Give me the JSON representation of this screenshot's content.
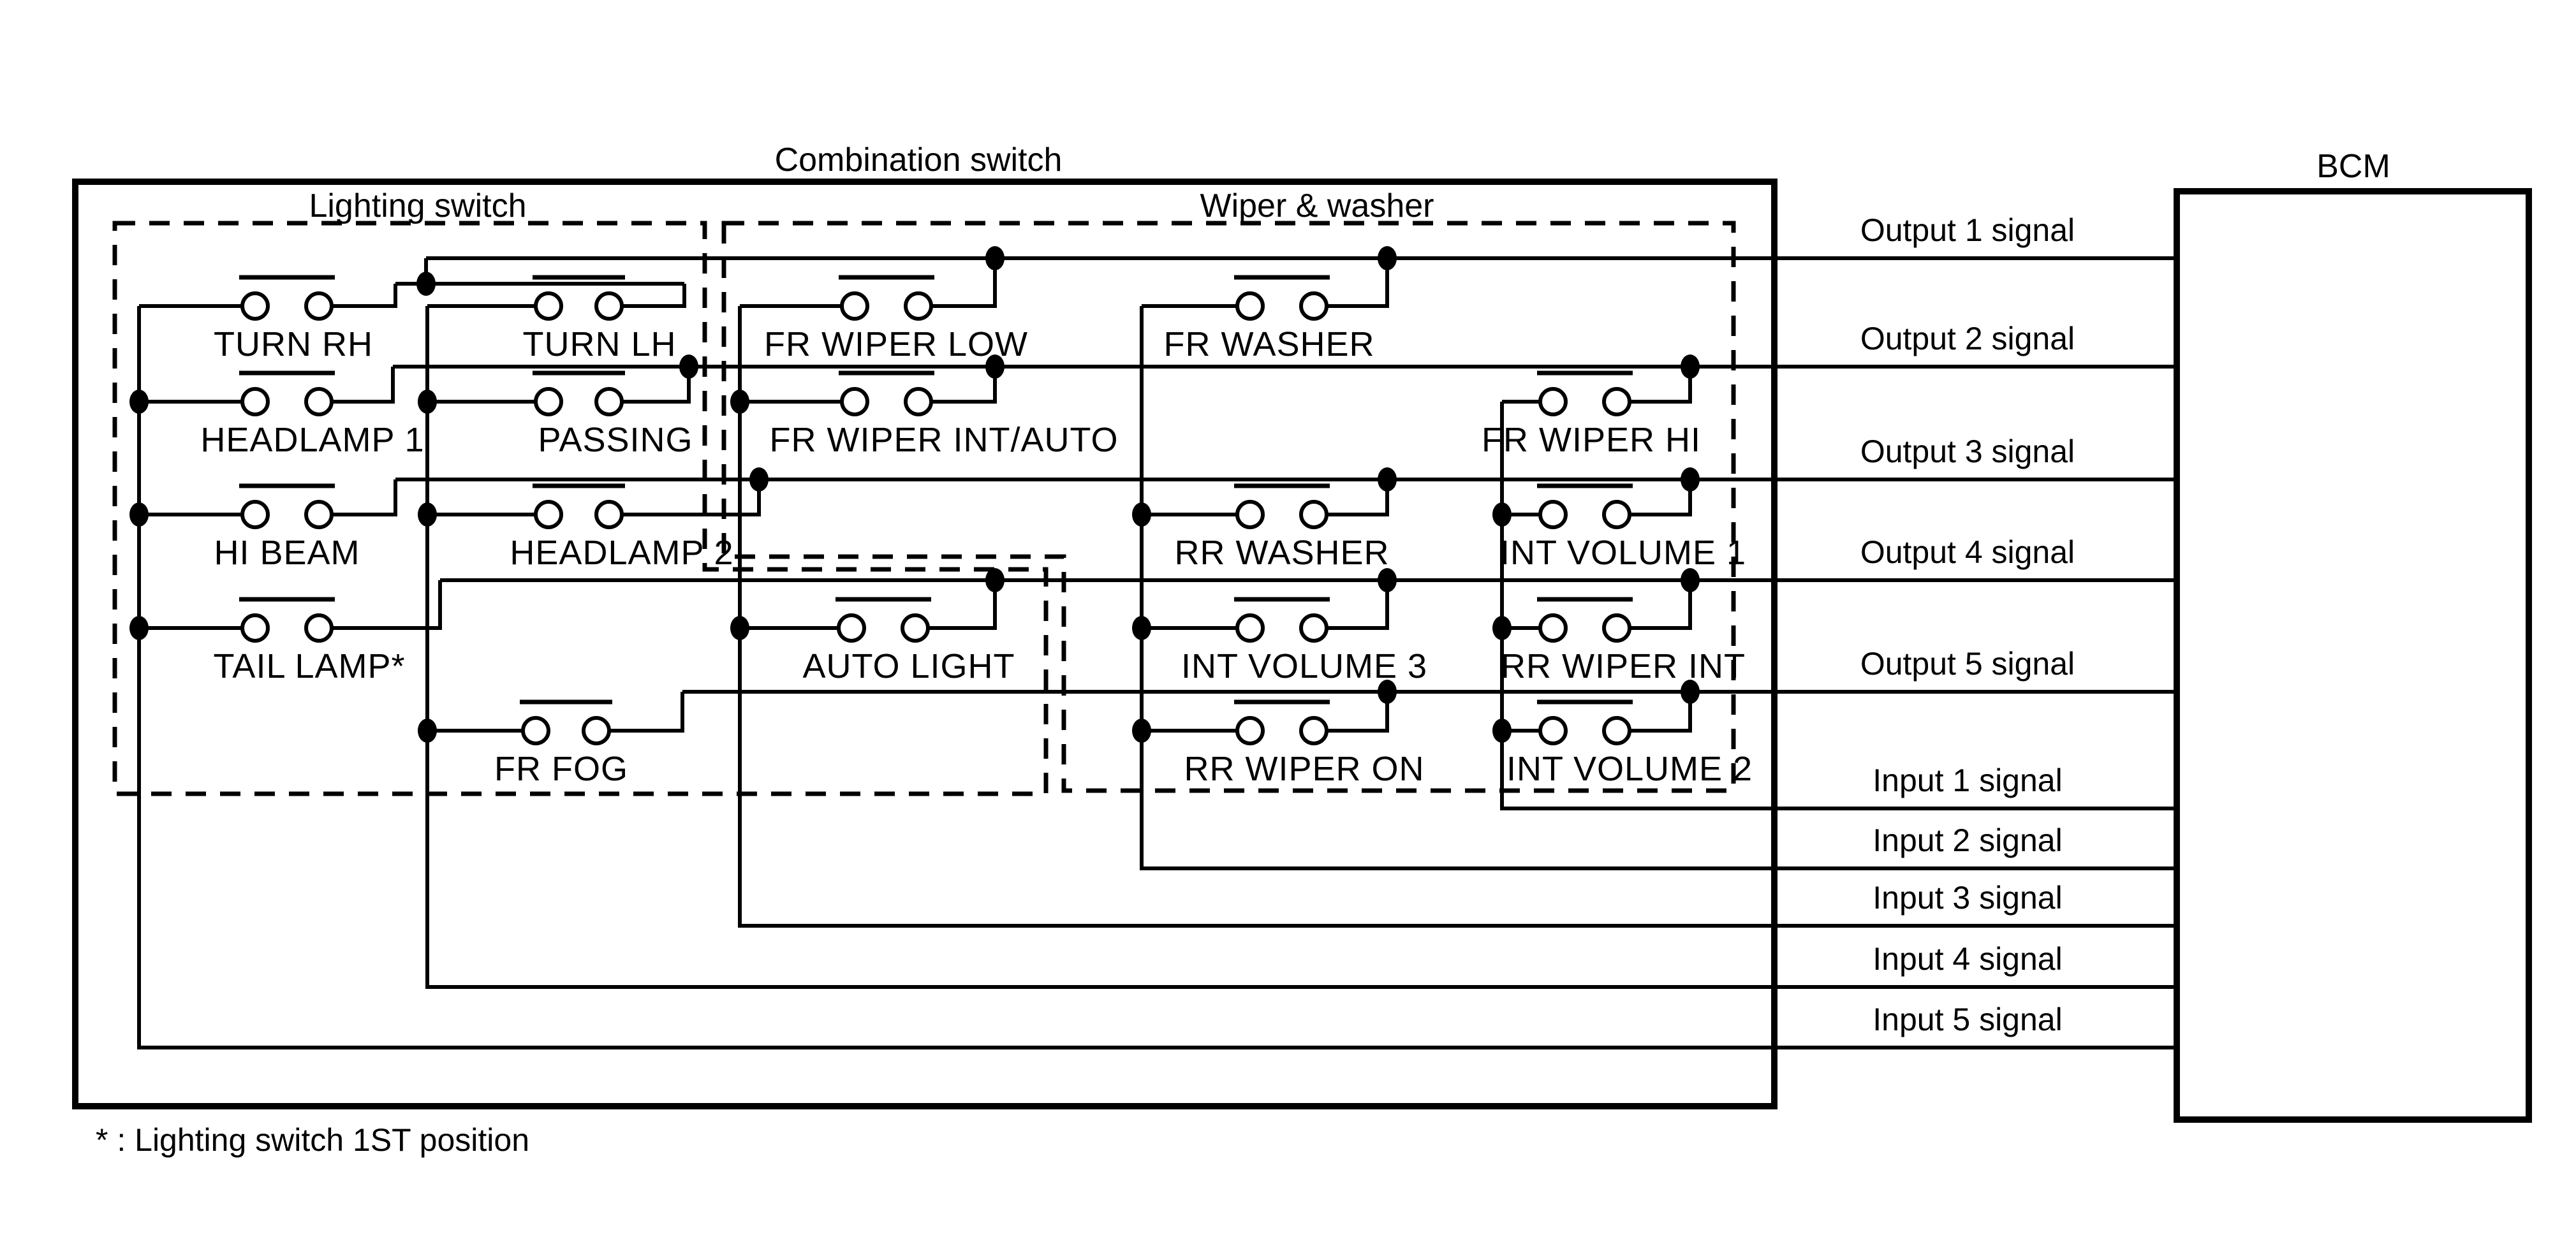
{
  "title": "Combination switch",
  "bcm": {
    "label": "BCM"
  },
  "footnote": "* : Lighting switch 1ST position",
  "groups": {
    "lighting": {
      "label": "Lighting switch",
      "switches": [
        {
          "label": "TURN RH",
          "output": 1,
          "input": 5
        },
        {
          "label": "TURN LH",
          "output": 1,
          "input": 4
        },
        {
          "label": "HEADLAMP 1",
          "output": 2,
          "input": 5
        },
        {
          "label": "PASSING",
          "output": 2,
          "input": 4
        },
        {
          "label": "HI BEAM",
          "output": 3,
          "input": 5
        },
        {
          "label": "HEADLAMP 2",
          "output": 3,
          "input": 4
        },
        {
          "label": "TAIL LAMP*",
          "output": 4,
          "input": 5
        },
        {
          "label": "FR FOG",
          "output": 5,
          "input": 4
        },
        {
          "label": "AUTO LIGHT",
          "output": 4,
          "input": 3
        }
      ]
    },
    "wiper": {
      "label": "Wiper & washer",
      "switches": [
        {
          "label": "FR WIPER LOW",
          "output": 1,
          "input": 3
        },
        {
          "label": "FR WIPER INT/AUTO",
          "output": 2,
          "input": 3
        },
        {
          "label": "FR WASHER",
          "output": 1,
          "input": 2
        },
        {
          "label": "RR WASHER",
          "output": 3,
          "input": 2
        },
        {
          "label": "INT VOLUME 3",
          "output": 4,
          "input": 2
        },
        {
          "label": "RR WIPER ON",
          "output": 5,
          "input": 2
        },
        {
          "label": "FR WIPER HI",
          "output": 2,
          "input": 1
        },
        {
          "label": "INT VOLUME 1",
          "output": 3,
          "input": 1
        },
        {
          "label": "RR WIPER INT",
          "output": 4,
          "input": 1
        },
        {
          "label": "INT VOLUME 2",
          "output": 5,
          "input": 1
        }
      ]
    }
  },
  "signals": {
    "outputs": [
      "Output 1 signal",
      "Output 2 signal",
      "Output 3 signal",
      "Output 4 signal",
      "Output 5 signal"
    ],
    "inputs": [
      "Input 1 signal",
      "Input 2 signal",
      "Input 3 signal",
      "Input 4 signal",
      "Input 5 signal"
    ]
  },
  "colors": {
    "line": "#000000",
    "background": "#ffffff"
  }
}
